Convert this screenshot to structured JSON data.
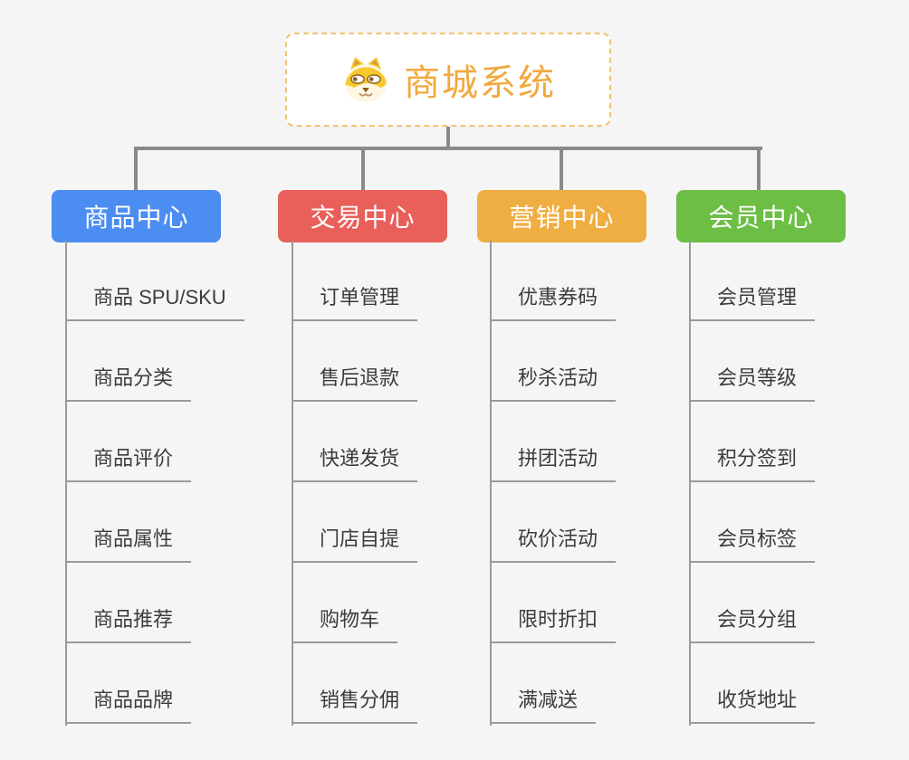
{
  "root": {
    "title": "商城系统",
    "icon": "dog-face-icon"
  },
  "branches": [
    {
      "label": "商品中心",
      "color": "#4b8df0",
      "items": [
        "商品 SPU/SKU",
        "商品分类",
        "商品评价",
        "商品属性",
        "商品推荐",
        "商品品牌"
      ]
    },
    {
      "label": "交易中心",
      "color": "#e9605a",
      "items": [
        "订单管理",
        "售后退款",
        "快递发货",
        "门店自提",
        "购物车",
        "销售分佣"
      ]
    },
    {
      "label": "营销中心",
      "color": "#efae42",
      "items": [
        "优惠券码",
        "秒杀活动",
        "拼团活动",
        "砍价活动",
        "限时折扣",
        "满减送"
      ]
    },
    {
      "label": "会员中心",
      "color": "#6dbe45",
      "items": [
        "会员管理",
        "会员等级",
        "积分签到",
        "会员标签",
        "会员分组",
        "收货地址"
      ]
    }
  ],
  "colors": {
    "background": "#f5f5f5",
    "connector": "#8a8a8a",
    "leaf_line": "#9a9a9a",
    "leaf_text": "#3c3c3c",
    "root_border": "#f3c272",
    "root_text": "#f0a93f"
  }
}
